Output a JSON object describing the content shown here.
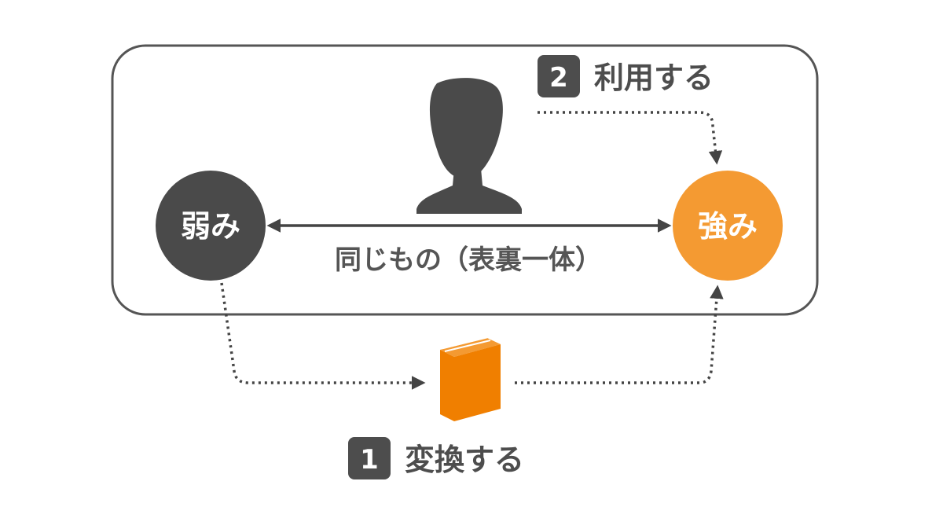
{
  "nodes": {
    "weakness": {
      "label": "弱み"
    },
    "strength": {
      "label": "強み"
    }
  },
  "relation": {
    "label": "同じもの（表裏一体）"
  },
  "steps": [
    {
      "number": "1",
      "label": "変換する"
    },
    {
      "number": "2",
      "label": "利用する"
    }
  ],
  "icons": {
    "person": "person-silhouette-icon",
    "book": "book-icon"
  },
  "colors": {
    "weakness": "#4a4a4a",
    "strength": "#f49a32",
    "book": "#f07f00",
    "frame": "#555555",
    "text": "#555555",
    "badge": "#4d4d4d"
  }
}
